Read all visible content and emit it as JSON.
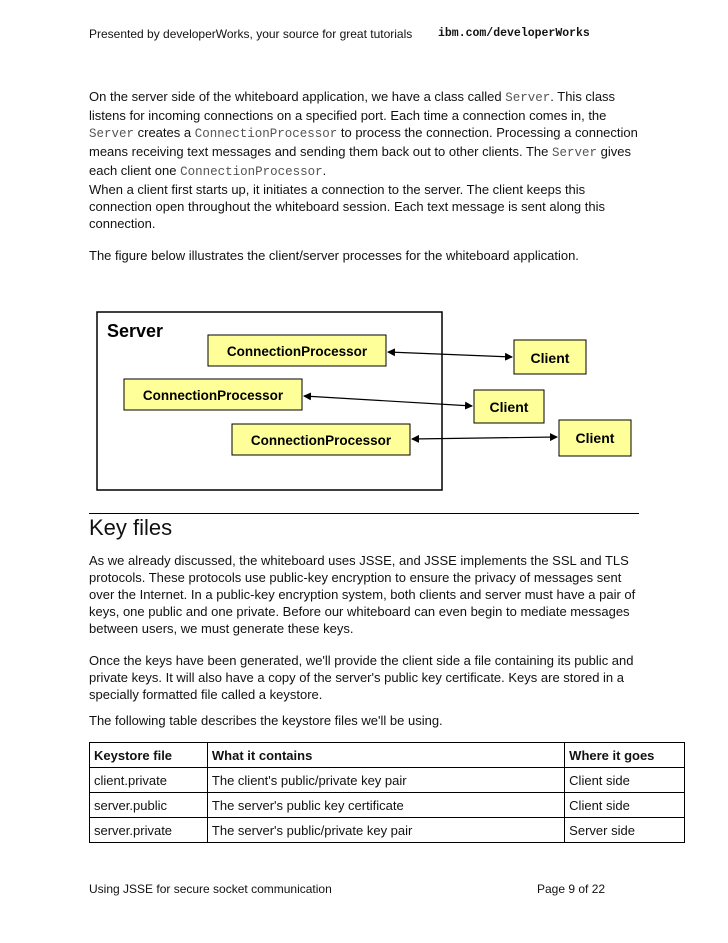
{
  "header": {
    "left": "Presented by developerWorks, your source for great tutorials",
    "right": "ibm.com/developerWorks"
  },
  "p1": {
    "t1": "On the server side of the whiteboard application, we have a class called ",
    "c1": "Server",
    "t2": ". This class listens for incoming connections on a specified port. Each time a connection comes in, the ",
    "c2": "Server",
    "t3": " creates a ",
    "c3": "ConnectionProcessor",
    "t4": " to process the connection. Processing a connection means receiving text messages and sending them back out to other clients. The ",
    "c4": "Server",
    "t5": " gives each client one ",
    "c5": "ConnectionProcessor",
    "t6": "."
  },
  "p2": "When a client first starts up, it initiates a connection to the server. The client keeps this connection open throughout the whiteboard session. Each text message is sent along this connection.",
  "p3": "The figure below illustrates the client/server processes for the whiteboard application.",
  "diagram": {
    "server_label": "Server",
    "processors": [
      "ConnectionProcessor",
      "ConnectionProcessor",
      "ConnectionProcessor"
    ],
    "clients": [
      "Client",
      "Client",
      "Client"
    ]
  },
  "section_title": "Key files",
  "p4": "As we already discussed, the whiteboard uses JSSE, and JSSE implements the SSL and TLS protocols. These protocols use public-key encryption to ensure the privacy of messages sent over the Internet. In a public-key encryption system, both clients and server must have a pair of keys, one public and one private. Before our whiteboard can even begin to mediate messages between users, we must generate these keys.",
  "p5": "Once the keys have been generated, we'll provide the client side a file containing its public and private keys. It will also have a copy of the server's public key certificate. Keys are stored in a specially formatted file called a keystore.",
  "p6": "The following table describes the keystore files we'll be using.",
  "table": {
    "headers": [
      "Keystore file",
      "What it contains",
      "Where it goes"
    ],
    "rows": [
      [
        "client.private",
        "The client's public/private key pair",
        "Client side"
      ],
      [
        "server.public",
        "The server's public key certificate",
        "Client side"
      ],
      [
        "server.private",
        "The server's public/private key pair",
        "Server side"
      ]
    ]
  },
  "footer": {
    "left": "Using JSSE for secure socket communication",
    "right": "Page 9 of 22"
  },
  "colors": {
    "box_fill": "#ffff99"
  }
}
